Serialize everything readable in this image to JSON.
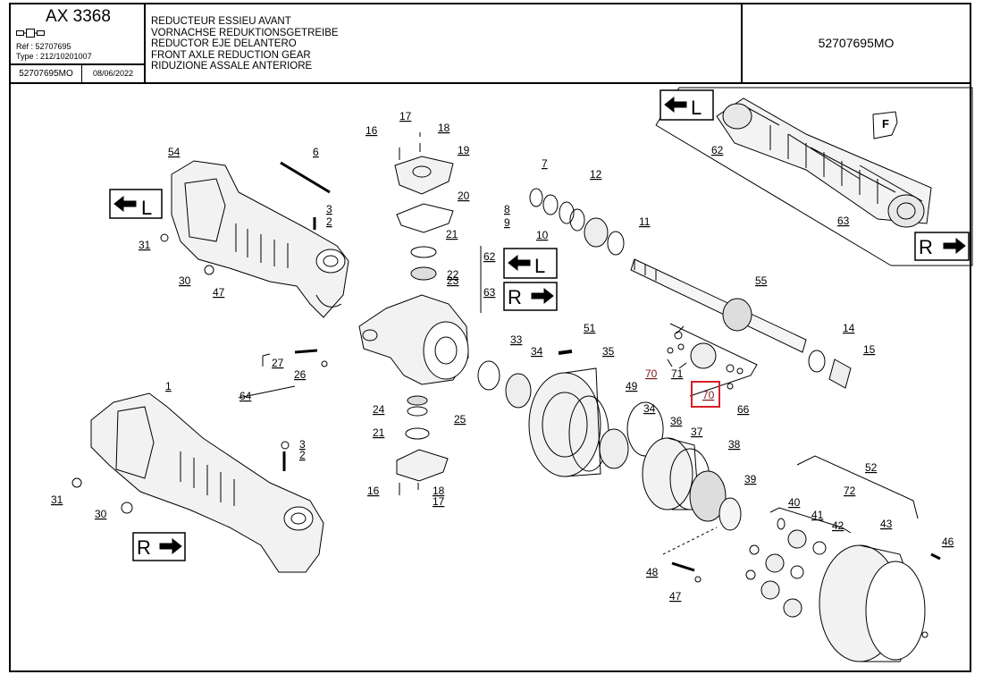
{
  "header": {
    "model": "AX 3368",
    "ref": "Réf : 52707695",
    "type": "Type : 212/10201007",
    "code": "52707695MO",
    "date": "08/06/2022",
    "titles": [
      "REDUCTEUR ESSIEU AVANT",
      "VORNACHSE REDUKTIONSGETREIBE",
      "REDUCTOR EJE DELANTERO",
      "FRONT AXLE REDUCTION GEAR",
      "RIDUZIONE ASSALE ANTERIORE"
    ],
    "right_code": "52707695MO"
  },
  "directions": {
    "left": "L",
    "right": "R",
    "forward": "F"
  },
  "highlight": {
    "part": "70",
    "color": "#d81f26"
  },
  "parts": [
    {
      "key": "p54",
      "n": "54"
    },
    {
      "key": "p6",
      "n": "6"
    },
    {
      "key": "p3a",
      "n": "3"
    },
    {
      "key": "p2a",
      "n": "2"
    },
    {
      "key": "p31a",
      "n": "31"
    },
    {
      "key": "p30a",
      "n": "30"
    },
    {
      "key": "p47a",
      "n": "47"
    },
    {
      "key": "p17a",
      "n": "17"
    },
    {
      "key": "p18a",
      "n": "18"
    },
    {
      "key": "p16a",
      "n": "16"
    },
    {
      "key": "p19",
      "n": "19"
    },
    {
      "key": "p20",
      "n": "20"
    },
    {
      "key": "p21a",
      "n": "21"
    },
    {
      "key": "p22",
      "n": "22"
    },
    {
      "key": "p23",
      "n": "23"
    },
    {
      "key": "p62a",
      "n": "62"
    },
    {
      "key": "p63a",
      "n": "63"
    },
    {
      "key": "p7",
      "n": "7"
    },
    {
      "key": "p12",
      "n": "12"
    },
    {
      "key": "p8",
      "n": "8"
    },
    {
      "key": "p9",
      "n": "9"
    },
    {
      "key": "p10",
      "n": "10"
    },
    {
      "key": "p11",
      "n": "11"
    },
    {
      "key": "p55",
      "n": "55"
    },
    {
      "key": "p14",
      "n": "14"
    },
    {
      "key": "p15",
      "n": "15"
    },
    {
      "key": "p62b",
      "n": "62"
    },
    {
      "key": "p63b",
      "n": "63"
    },
    {
      "key": "p27",
      "n": "27"
    },
    {
      "key": "p26",
      "n": "26"
    },
    {
      "key": "p64",
      "n": "64"
    },
    {
      "key": "p24",
      "n": "24"
    },
    {
      "key": "p21b",
      "n": "21"
    },
    {
      "key": "p25",
      "n": "25"
    },
    {
      "key": "p16b",
      "n": "16"
    },
    {
      "key": "p18b",
      "n": "18"
    },
    {
      "key": "p17b",
      "n": "17"
    },
    {
      "key": "p1",
      "n": "1"
    },
    {
      "key": "p3b",
      "n": "3"
    },
    {
      "key": "p2b",
      "n": "2"
    },
    {
      "key": "p31b",
      "n": "31"
    },
    {
      "key": "p30b",
      "n": "30"
    },
    {
      "key": "p33",
      "n": "33"
    },
    {
      "key": "p34a",
      "n": "34"
    },
    {
      "key": "p51",
      "n": "51"
    },
    {
      "key": "p35",
      "n": "35"
    },
    {
      "key": "p49",
      "n": "49"
    },
    {
      "key": "p34b",
      "n": "34"
    },
    {
      "key": "p36",
      "n": "36"
    },
    {
      "key": "p37",
      "n": "37"
    },
    {
      "key": "p38",
      "n": "38"
    },
    {
      "key": "p39",
      "n": "39"
    },
    {
      "key": "p66",
      "n": "66"
    },
    {
      "key": "p70a",
      "n": "70"
    },
    {
      "key": "p71",
      "n": "71"
    },
    {
      "key": "p70b",
      "n": "70"
    },
    {
      "key": "p52",
      "n": "52"
    },
    {
      "key": "p72",
      "n": "72"
    },
    {
      "key": "p40",
      "n": "40"
    },
    {
      "key": "p41",
      "n": "41"
    },
    {
      "key": "p42",
      "n": "42"
    },
    {
      "key": "p43",
      "n": "43"
    },
    {
      "key": "p46",
      "n": "46"
    },
    {
      "key": "p48",
      "n": "48"
    },
    {
      "key": "p47b",
      "n": "47"
    }
  ]
}
